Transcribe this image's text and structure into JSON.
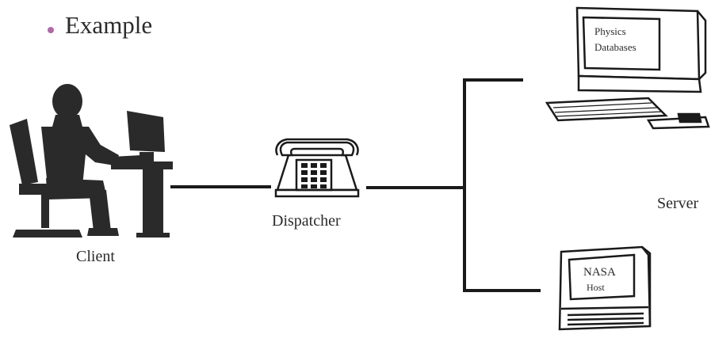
{
  "title": {
    "bullet_text": "Example"
  },
  "nodes": {
    "client": {
      "label": "Client",
      "icon": "person-at-computer-icon"
    },
    "dispatcher": {
      "label": "Dispatcher",
      "icon": "telephone-icon"
    },
    "server_group": {
      "label": "Server"
    },
    "physics_server": {
      "screen_text_line1": "Physics",
      "screen_text_line2": "Databases",
      "icon": "desktop-computer-icon"
    },
    "nasa_server": {
      "screen_text_line1": "NASA",
      "screen_text_line2": "Host",
      "icon": "macintosh-computer-icon"
    }
  },
  "colors": {
    "line": "#1a1a1a",
    "silhouette": "#2a2a2a",
    "bullet": "#b06aa8"
  }
}
